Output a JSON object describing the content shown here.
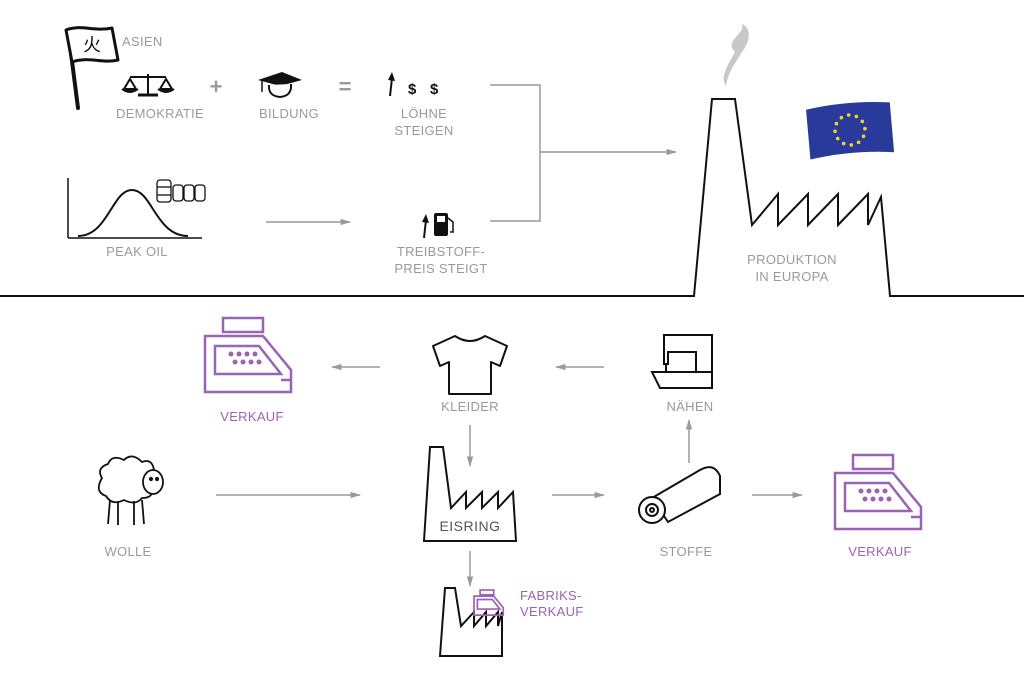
{
  "colors": {
    "text": "#9a9a9a",
    "accent": "#9b63b3",
    "ink": "#111111",
    "eu_blue": "#2a3a9b",
    "eu_star": "#f2d230"
  },
  "top": {
    "asien": "ASIEN",
    "demokratie": "DEMOKRATIE",
    "plus": "+",
    "bildung": "BILDUNG",
    "equals": "=",
    "loehne_l1": "LÖHNE",
    "loehne_l2": "STEIGEN",
    "dollar1": "$",
    "dollar2": "$",
    "peak_oil": "PEAK OIL",
    "treibstoff_l1": "TREIBSTOFF-",
    "treibstoff_l2": "PREIS STEIGT",
    "produktion_l1": "PRODUKTION",
    "produktion_l2": "IN EUROPA",
    "flag_char": "火"
  },
  "bottom": {
    "verkauf_left": "VERKAUF",
    "kleider": "KLEIDER",
    "naehen": "NÄHEN",
    "wolle": "WOLLE",
    "eisring": "EISRING",
    "stoffe": "STOFFE",
    "verkauf_right": "VERKAUF",
    "fabriks_l1": "FABRIKS-",
    "fabriks_l2": "VERKAUF"
  },
  "icons": [
    "flag-icon",
    "scale-icon",
    "graduation-cap-icon",
    "rising-dollar-icon",
    "bell-curve-chart-icon",
    "oil-barrels-icon",
    "fuel-pump-icon",
    "factory-icon",
    "eu-flag-icon",
    "cash-register-icon",
    "tshirt-icon",
    "sewing-machine-icon",
    "sheep-icon",
    "fabric-roll-icon"
  ]
}
